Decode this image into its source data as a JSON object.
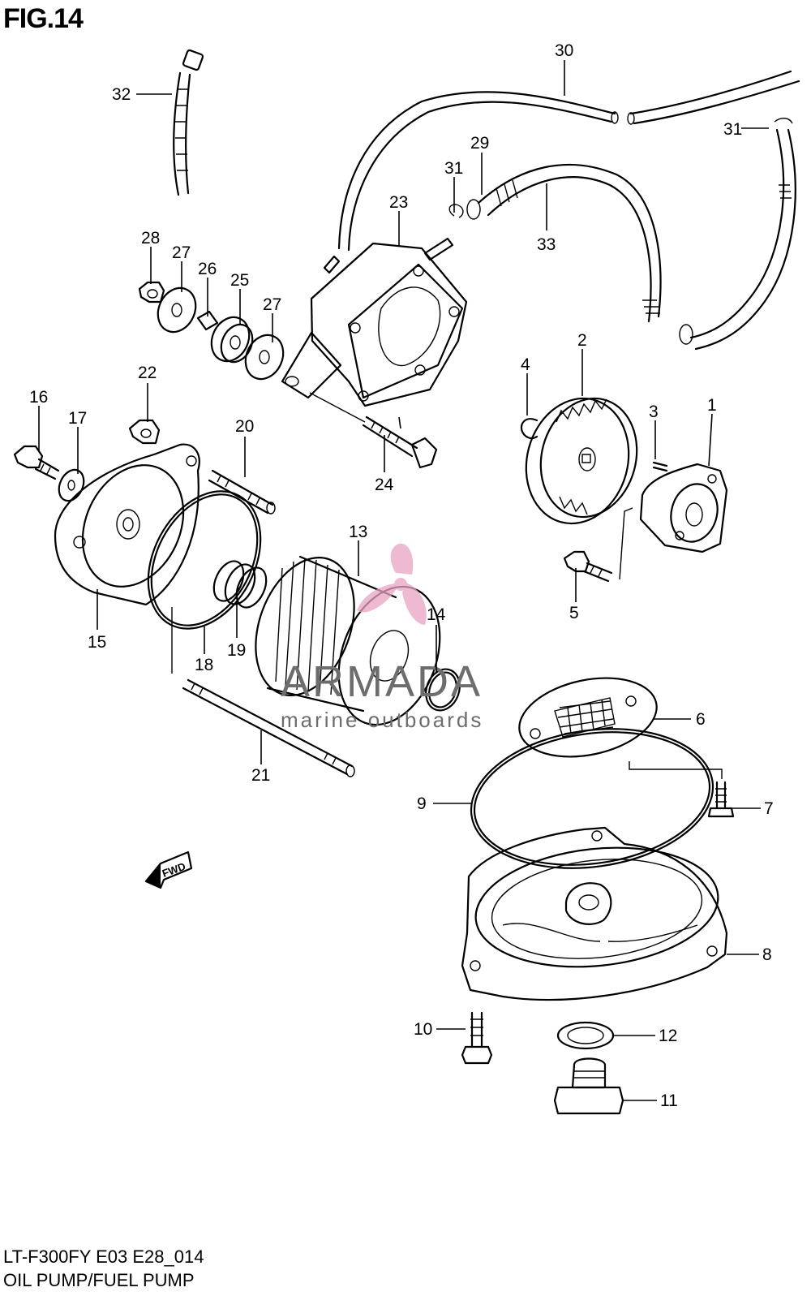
{
  "figure": {
    "title": "FIG.14",
    "model_code": "LT-F300FY E03 E28_014",
    "caption": "OIL PUMP/FUEL PUMP"
  },
  "watermark": {
    "brand": "ARMADA",
    "tagline": "marine outboards",
    "color": "#e8a3c4"
  },
  "fwd_label": "FWD",
  "callouts": [
    {
      "id": "c1",
      "text": "1"
    },
    {
      "id": "c2",
      "text": "2"
    },
    {
      "id": "c3",
      "text": "3"
    },
    {
      "id": "c4",
      "text": "4"
    },
    {
      "id": "c5",
      "text": "5"
    },
    {
      "id": "c6",
      "text": "6"
    },
    {
      "id": "c7",
      "text": "7"
    },
    {
      "id": "c8",
      "text": "8"
    },
    {
      "id": "c9",
      "text": "9"
    },
    {
      "id": "c10",
      "text": "10"
    },
    {
      "id": "c11",
      "text": "11"
    },
    {
      "id": "c12",
      "text": "12"
    },
    {
      "id": "c13",
      "text": "13"
    },
    {
      "id": "c14",
      "text": "14"
    },
    {
      "id": "c15",
      "text": "15"
    },
    {
      "id": "c16",
      "text": "16"
    },
    {
      "id": "c17",
      "text": "17"
    },
    {
      "id": "c18",
      "text": "18"
    },
    {
      "id": "c19",
      "text": "19"
    },
    {
      "id": "c20",
      "text": "20"
    },
    {
      "id": "c21",
      "text": "21"
    },
    {
      "id": "c22",
      "text": "22"
    },
    {
      "id": "c23",
      "text": "23"
    },
    {
      "id": "c24",
      "text": "24"
    },
    {
      "id": "c25",
      "text": "25"
    },
    {
      "id": "c26",
      "text": "26"
    },
    {
      "id": "c27a",
      "text": "27"
    },
    {
      "id": "c27b",
      "text": "27"
    },
    {
      "id": "c28",
      "text": "28"
    },
    {
      "id": "c29",
      "text": "29"
    },
    {
      "id": "c30",
      "text": "30"
    },
    {
      "id": "c31a",
      "text": "31"
    },
    {
      "id": "c31b",
      "text": "31"
    },
    {
      "id": "c32",
      "text": "32"
    },
    {
      "id": "c33",
      "text": "33"
    }
  ]
}
